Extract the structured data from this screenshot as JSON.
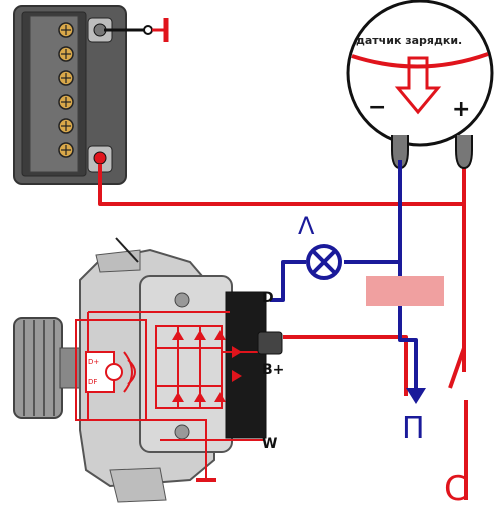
{
  "gauge": {
    "title": "датчик зарядки.",
    "minus": "−",
    "plus": "+"
  },
  "lamp": {
    "label": "Λ"
  },
  "alternator": {
    "terminal_d": "D",
    "terminal_b": "B+",
    "terminal_w": "W",
    "regulator_d": "D+",
    "regulator_df": "DF"
  },
  "labels": {
    "consumer": "П",
    "switch": "С"
  },
  "colors": {
    "wire_red": "#e0141c",
    "wire_blue": "#1a1a9a",
    "highlight": "#f0a0a0",
    "battery_body": "#4a4a4a"
  }
}
